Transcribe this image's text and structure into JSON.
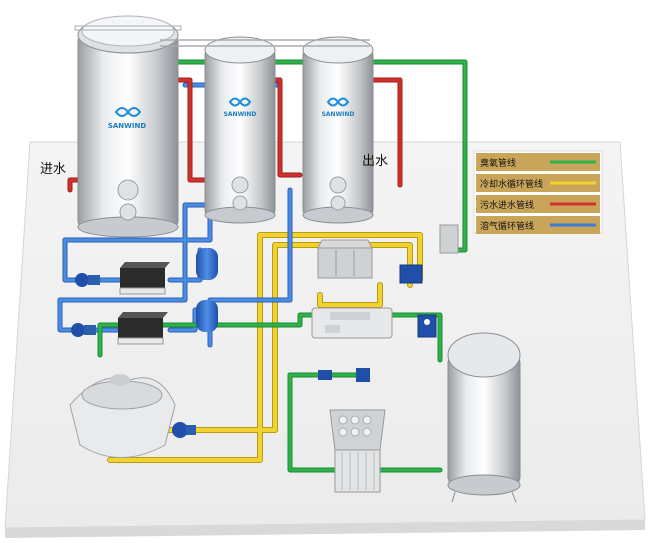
{
  "labels": {
    "inlet": "进水",
    "outlet": "出水",
    "tank_brand": "SANWIND"
  },
  "legend": [
    {
      "text": "臭氧管线",
      "color": "#2db34a"
    },
    {
      "text": "冷却水循环管线",
      "color": "#f2d22e"
    },
    {
      "text": "污水进水管线",
      "color": "#d0312d"
    },
    {
      "text": "溶气循环管线",
      "color": "#3a7bd5"
    }
  ],
  "colors": {
    "ozone": "#2db34a",
    "cooling": "#f2d22e",
    "sewage": "#d0312d",
    "gas": "#3a7bd5",
    "legend_bg": "#c9a55a"
  }
}
